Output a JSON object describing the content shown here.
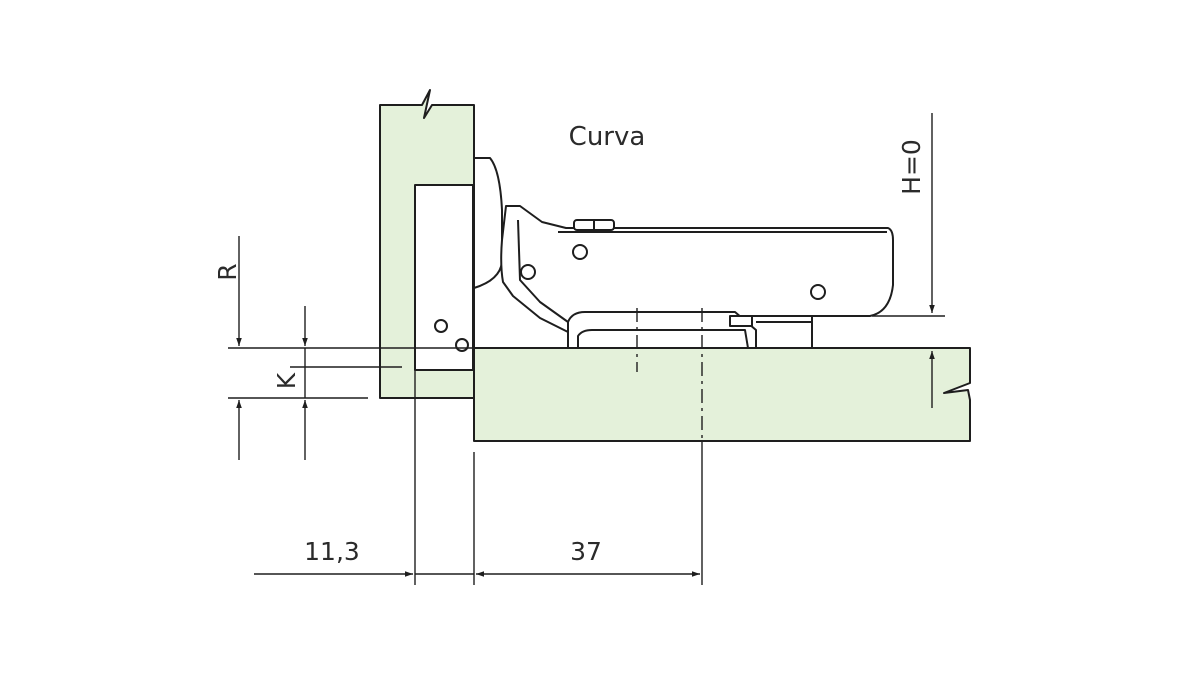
{
  "title": "Curva",
  "dimensions": {
    "overlay": "11,3",
    "cup_distance": "37",
    "height": "H=0",
    "r_label": "R",
    "k_label": "K"
  },
  "colors": {
    "wood": "#e4f1da",
    "stroke": "#1e1e1e",
    "background": "#ffffff"
  }
}
